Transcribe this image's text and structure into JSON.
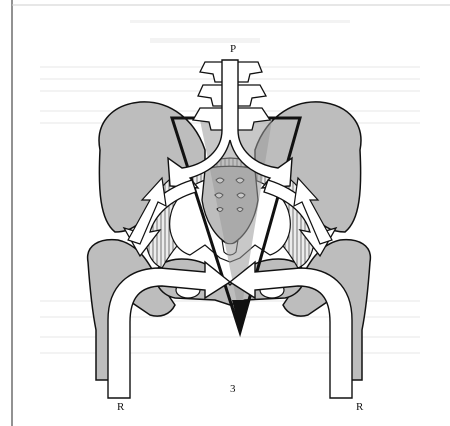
{
  "labels": {
    "top": "P",
    "bottom_left": "R",
    "bottom_right": "R",
    "figure_number": "3"
  },
  "colors": {
    "background": "#ffffff",
    "ink": "#111111",
    "bone_fill": "#bfbfbf",
    "hatch_fill": "#e6e6e6",
    "page_border": "#4a4a4a",
    "ghost_text": "#eeeeee"
  }
}
